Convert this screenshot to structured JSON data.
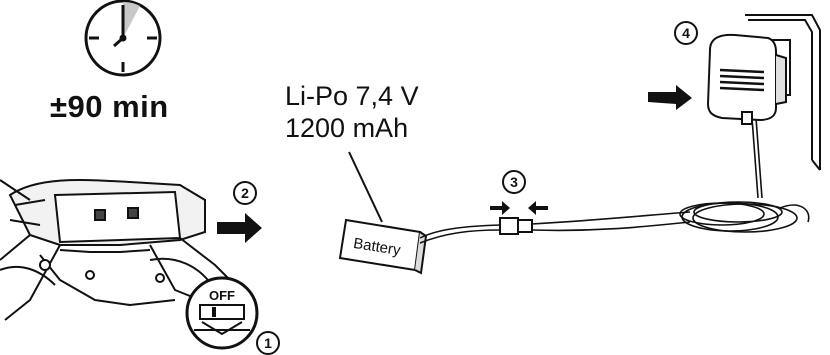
{
  "charge_time": {
    "duration": "±90 min"
  },
  "battery_spec": {
    "chemistry_voltage": "Li-Po 7,4 V",
    "capacity": "1200 mAh"
  },
  "battery_pack_label": "Battery",
  "switch_label": "OFF",
  "steps": [
    "1",
    "2",
    "3",
    "4"
  ],
  "colors": {
    "line": "#111111",
    "background": "#ffffff"
  }
}
